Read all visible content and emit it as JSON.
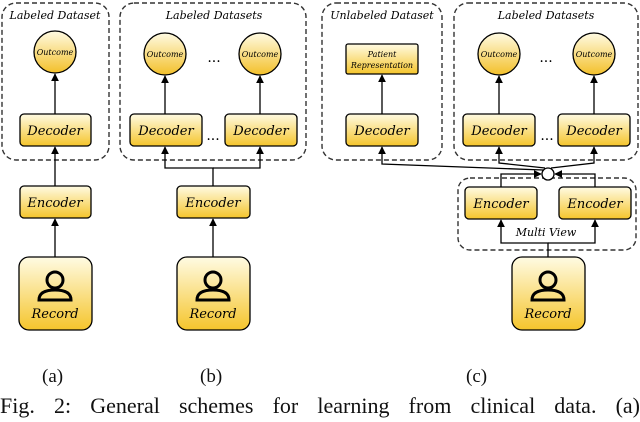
{
  "colors": {
    "fill_top": "#fffbe0",
    "fill_bottom": "#f7c832",
    "stroke": "#000000",
    "box_stroke": "#333333"
  },
  "panel_a": {
    "group_title": "Labeled Dataset",
    "outcome": "Outcome",
    "decoder": "Decoder",
    "encoder": "Encoder",
    "record": "Record",
    "sublabel": "(a)"
  },
  "panel_b": {
    "group_title": "Labeled Datasets",
    "outcome_1": "Outcome",
    "outcome_2": "Outcome",
    "ellipsis_outcomes": "...",
    "decoder_1": "Decoder",
    "decoder_2": "Decoder",
    "ellipsis_decoders": "...",
    "encoder": "Encoder",
    "record": "Record",
    "sublabel": "(b)"
  },
  "panel_c": {
    "unlabeled_title": "Unlabeled Dataset",
    "patient_rep_line1": "Patient",
    "patient_rep_line2": "Representation",
    "decoder_unlabeled": "Decoder",
    "labeled_title": "Labeled Datasets",
    "outcome_1": "Outcome",
    "outcome_2": "Outcome",
    "ellipsis_outcomes": "...",
    "decoder_1": "Decoder",
    "decoder_2": "Decoder",
    "ellipsis_decoders": "...",
    "encoder_1": "Encoder",
    "encoder_2": "Encoder",
    "multi_view": "Multi View",
    "record": "Record",
    "sublabel": "(c)"
  },
  "caption": "Fig. 2: General schemes for learning from clinical data. (a)"
}
